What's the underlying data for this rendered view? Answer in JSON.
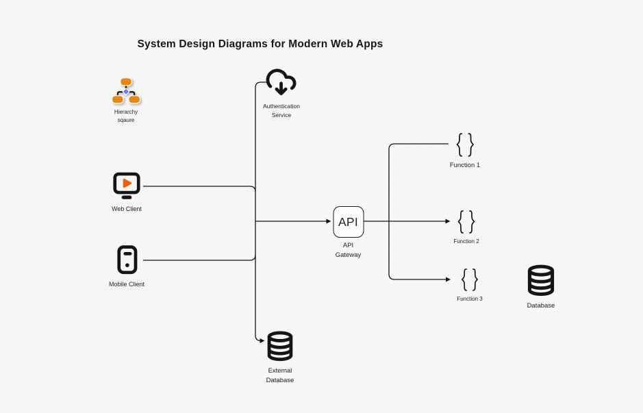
{
  "title": "System Design Diagrams for Modern Web Apps",
  "colors": {
    "background": "#f6f6f4",
    "line": "#141414",
    "orange": "#e8860f",
    "play-orange": "#f25c0a",
    "purple": "#7878ee"
  },
  "nodes": {
    "hierarchy": {
      "label": "Hierarchy\nsqaure"
    },
    "auth": {
      "label": "Authentication\nService"
    },
    "web": {
      "label": "Web Client"
    },
    "mobile": {
      "label": "Mobile Client"
    },
    "gateway": {
      "label": "API\nGateway",
      "box_text": "API"
    },
    "fn1": {
      "label": "Function 1"
    },
    "fn2": {
      "label": "Function 2"
    },
    "fn3": {
      "label": "Function 3"
    },
    "extdb": {
      "label": "External\nDatabase"
    },
    "db": {
      "label": "Database"
    }
  },
  "edges": [
    {
      "from": "web-client",
      "to": "client-junction",
      "arrow": false
    },
    {
      "from": "mobile-client",
      "to": "client-junction",
      "arrow": false
    },
    {
      "from": "client-junction",
      "to": "authentication-service",
      "arrow": false
    },
    {
      "from": "client-junction",
      "to": "api-gateway",
      "arrow": true
    },
    {
      "from": "client-junction",
      "to": "external-database",
      "arrow": true
    },
    {
      "from": "api-gateway",
      "to": "function-1",
      "arrow": false
    },
    {
      "from": "api-gateway",
      "to": "function-2",
      "arrow": true
    },
    {
      "from": "api-gateway",
      "to": "function-3",
      "arrow": true
    }
  ]
}
